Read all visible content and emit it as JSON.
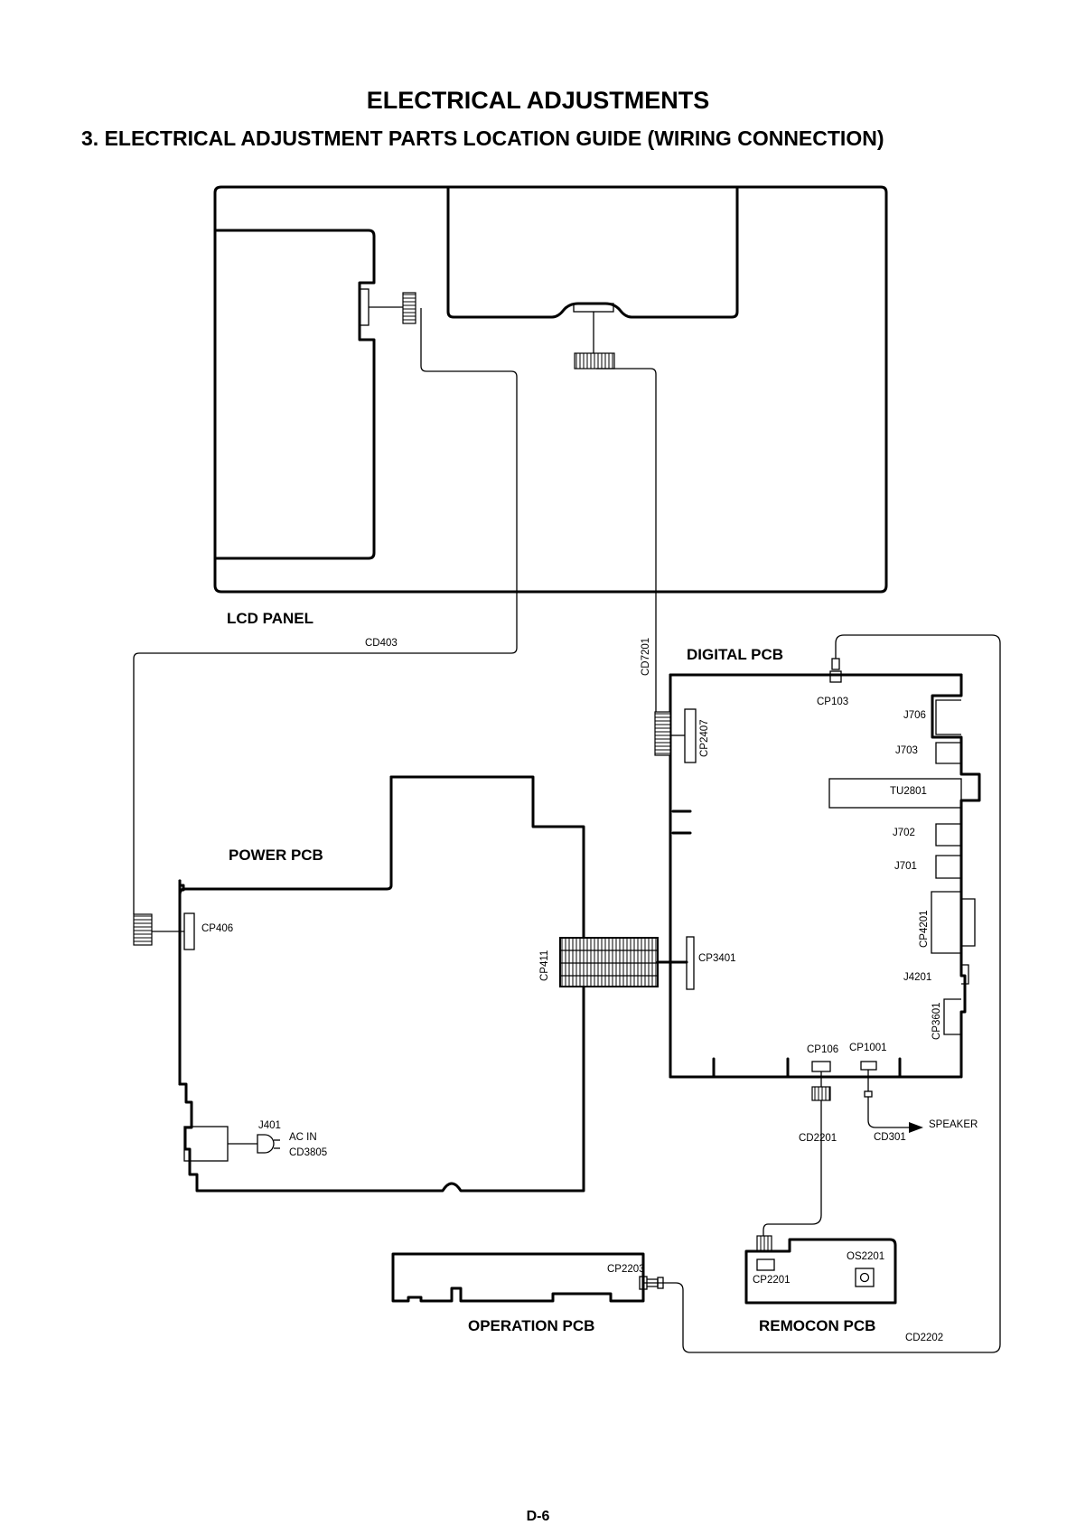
{
  "title": "ELECTRICAL ADJUSTMENTS",
  "subtitle": "3. ELECTRICAL ADJUSTMENT PARTS LOCATION GUIDE (WIRING CONNECTION)",
  "page_number": "D-6",
  "boards": {
    "lcd_panel": "LCD PANEL",
    "digital_pcb": "DIGITAL PCB",
    "power_pcb": "POWER PCB",
    "operation_pcb": "OPERATION PCB",
    "remocon_pcb": "REMOCON PCB"
  },
  "cables": {
    "cd403": "CD403",
    "cd7201": "CD7201",
    "cd2201": "CD2201",
    "cd301": "CD301",
    "cd2202": "CD2202",
    "cd3805": "CD3805"
  },
  "connectors": {
    "cp103": "CP103",
    "cp2407": "CP2407",
    "cp406": "CP406",
    "cp411": "CP411",
    "cp3401": "CP3401",
    "cp106": "CP106",
    "cp1001": "CP1001",
    "cp2201": "CP2201",
    "cp2203": "CP2203",
    "cp4201": "CP4201",
    "cp3601": "CP3601"
  },
  "jacks": {
    "j706": "J706",
    "j703": "J703",
    "tu2801": "TU2801",
    "j702": "J702",
    "j701": "J701",
    "j4201": "J4201",
    "j401": "J401"
  },
  "other": {
    "ac_in": "AC IN",
    "speaker": "SPEAKER",
    "os2201": "OS2201"
  }
}
